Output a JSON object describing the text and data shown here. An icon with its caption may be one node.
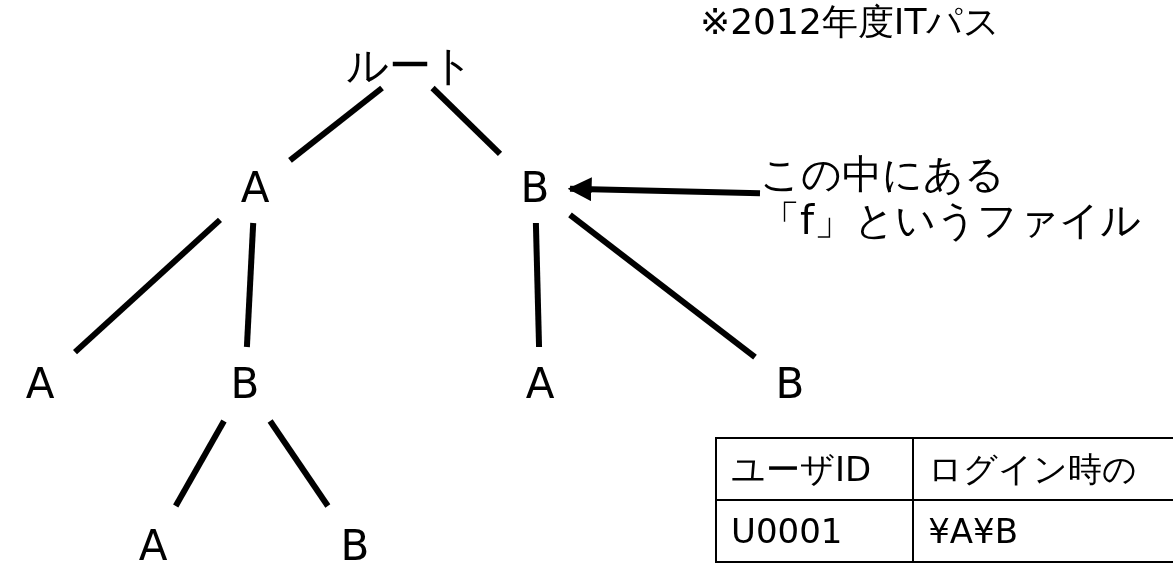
{
  "diagram": {
    "title": "※2012年度ITパス",
    "nodes": [
      {
        "text": [
          "ルート"
        ]
      },
      {
        "text": [
          "A"
        ]
      },
      {
        "text": [
          "B"
        ]
      },
      {
        "text": [
          "A"
        ]
      },
      {
        "text": [
          "B"
        ]
      },
      {
        "text": [
          "A"
        ]
      },
      {
        "text": [
          "B"
        ]
      },
      {
        "text": [
          "A"
        ]
      },
      {
        "text": [
          "B"
        ]
      },
      {
        "text": [
          "この中にある",
          "「f」というファイル"
        ]
      }
    ],
    "edges": [
      {
        "from": 0,
        "to": 1,
        "arrow": "none"
      },
      {
        "from": 0,
        "to": 2,
        "arrow": "none"
      },
      {
        "from": 1,
        "to": 3,
        "arrow": "none"
      },
      {
        "from": 1,
        "to": 4,
        "arrow": "none"
      },
      {
        "from": 2,
        "to": 5,
        "arrow": "none"
      },
      {
        "from": 2,
        "to": 6,
        "arrow": "none"
      },
      {
        "from": 4,
        "to": 7,
        "arrow": "none"
      },
      {
        "from": 4,
        "to": 8,
        "arrow": "none"
      },
      {
        "from": 9,
        "to": 2,
        "arrow": "to"
      }
    ],
    "labels": [
      "ユーザID",
      "ログイン時の",
      "U0001",
      "¥A¥B"
    ]
  }
}
